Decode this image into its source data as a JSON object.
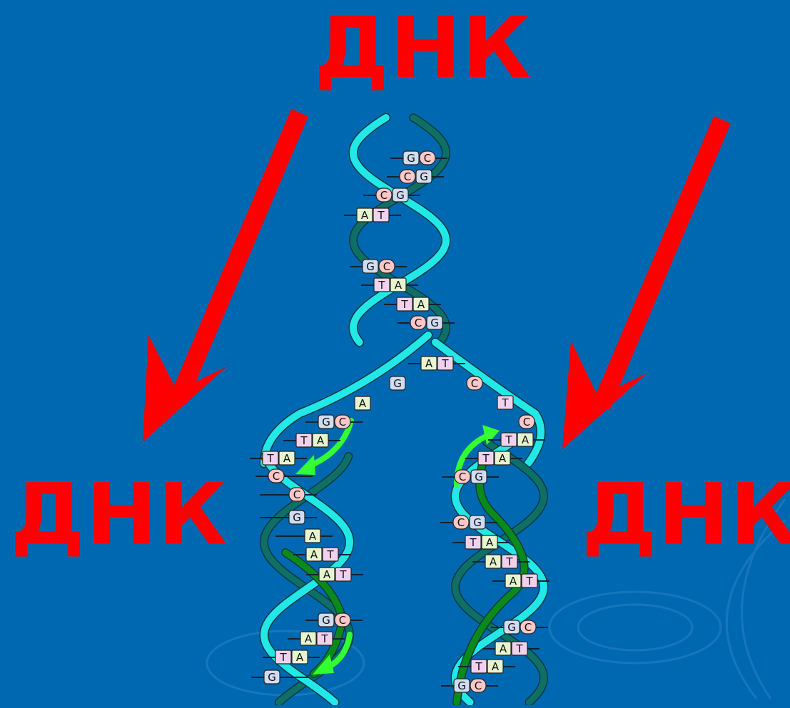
{
  "labels": {
    "top": "ДНК",
    "left": "ДНК",
    "right": "ДНК"
  },
  "colors": {
    "background": "#0068b0",
    "label": "#ff0000",
    "strand_light": "#22e8e8",
    "strand_dark": "#0d6f66",
    "new_strand": "#0a8a1a",
    "new_arrow": "#33ff33",
    "base_G": "#d0dcf0",
    "base_C": "#ffc8c8",
    "base_A": "#e6f5cf",
    "base_T": "#f0d2ee"
  },
  "parent_pairs": [
    [
      "G",
      "C"
    ],
    [
      "C",
      "G"
    ],
    [
      "C",
      "G"
    ],
    [
      "A",
      "T"
    ],
    [
      "G",
      "C"
    ],
    [
      "T",
      "A"
    ],
    [
      "T",
      "A"
    ],
    [
      "C",
      "G"
    ],
    [
      "A",
      "T"
    ]
  ],
  "fork_left_unpaired": [
    "G",
    "A"
  ],
  "fork_right_unpaired": [
    "C",
    "T",
    "C"
  ],
  "left_daughter_pairs": [
    [
      "G",
      "C"
    ],
    [
      "T",
      "A"
    ],
    [
      "T",
      "A"
    ],
    [
      "C",
      ""
    ],
    [
      "",
      "C"
    ],
    [
      "",
      "G"
    ],
    [
      "",
      "A"
    ],
    [
      "A",
      "T"
    ],
    [
      "A",
      "T"
    ],
    [
      "G",
      "C"
    ],
    [
      "A",
      "T"
    ],
    [
      "T",
      "A"
    ],
    [
      "G",
      ""
    ]
  ],
  "right_daughter_pairs": [
    [
      "T",
      "A"
    ],
    [
      "T",
      "A"
    ],
    [
      "C",
      "G"
    ],
    [
      "C",
      "G"
    ],
    [
      "T",
      "A"
    ],
    [
      "A",
      "T"
    ],
    [
      "A",
      "T"
    ],
    [
      "G",
      "C"
    ],
    [
      "A",
      "T"
    ],
    [
      "T",
      "A"
    ],
    [
      "G",
      "C"
    ]
  ]
}
